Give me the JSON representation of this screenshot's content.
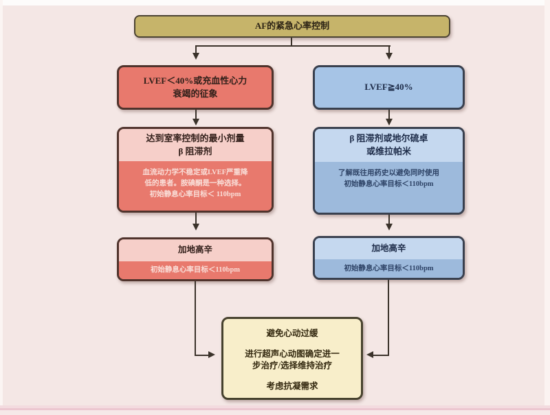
{
  "diagram": {
    "root": {
      "label": "AF的紧急心率控制"
    },
    "left_branch": {
      "condition_line1": "LVEF＜40%或充血性心力",
      "condition_line2": "衰竭的征象",
      "rx_header_line1": "达到室率控制的最小剂量",
      "rx_header_line2": "β 阻滞剂",
      "rx_note_line1": "血流动力学不稳定或LVEF严重降",
      "rx_note_line2": "低的患者。胺碘酮是一种选择。",
      "rx_note_line3": "初始静息心率目标＜ 110bpm",
      "add_on_header": "加地高辛",
      "add_on_note": "初始静息心率目标＜110bpm"
    },
    "right_branch": {
      "condition": "LVEF≧40%",
      "rx_header_line1": "β 阻滞剂或地尔硫卓",
      "rx_header_line2": "或维拉帕米",
      "rx_note_line1": "了解既往用药史以避免同时使用",
      "rx_note_line2": "初始静息心率目标＜110bpm",
      "add_on_header": "加地高辛",
      "add_on_note": "初始静息心率目标＜110bpm"
    },
    "outcome": {
      "line1": "避免心动过缓",
      "line2": "进行超声心动图确定进一",
      "line3": "步治疗/选择维持治疗",
      "line4": "考虑抗凝需求"
    }
  },
  "colors": {
    "background": "#f4e7e5",
    "root_fill": "#c6b46a",
    "red_fill": "#e8796d",
    "red_light_fill": "#f6cfc9",
    "blue_fill": "#a6c4e6",
    "blue_light_fill": "#c5d8ef",
    "blue_mid_fill": "#9dbadc",
    "outcome_fill": "#f8eeca",
    "connector": "#3a322a"
  }
}
